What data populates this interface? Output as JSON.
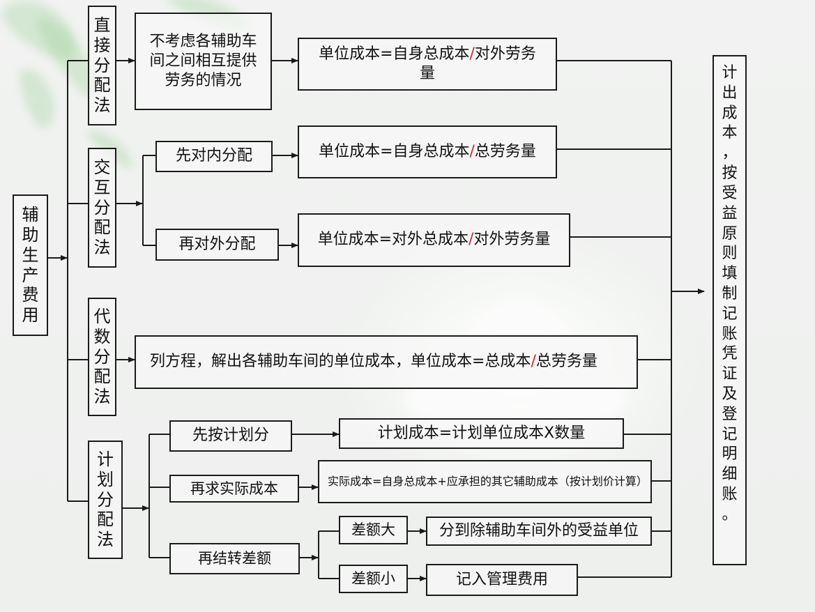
{
  "diagram": {
    "root": {
      "label": "辅助生产费用"
    },
    "methods": [
      {
        "id": "direct",
        "label": "直接分配法",
        "condition": "不考虑各辅助车间之间相互提供劳务的情况",
        "formula": {
          "left": "单位成本=自身总成本",
          "slash": "/",
          "right": "对外劳务量"
        }
      },
      {
        "id": "reciprocal",
        "label": "交互分配法",
        "steps": [
          {
            "label": "先对内分配",
            "formula": {
              "left": "单位成本=自身总成本",
              "slash": "/",
              "right": "总劳务量"
            }
          },
          {
            "label": "再对外分配",
            "formula": {
              "left": "单位成本=对外总成本",
              "slash": "/",
              "right": "对外劳务量"
            }
          }
        ]
      },
      {
        "id": "algebraic",
        "label": "代数分配法",
        "formula": {
          "left": "列方程，解出各辅助车间的单位成本，单位成本=总成本",
          "slash": "/",
          "right": "总劳务量"
        }
      },
      {
        "id": "planned",
        "label": "计划分配法",
        "steps": [
          {
            "label": "先按计划分",
            "result": "计划成本=计划单位成本X数量"
          },
          {
            "label": "再求实际成本",
            "result": "实际成本=自身总成本+应承担的其它辅助成本（按计划价计算）"
          },
          {
            "label": "再结转差额",
            "branches": [
              {
                "label": "差额大",
                "result": "分到除辅助车间外的受益单位"
              },
              {
                "label": "差额小",
                "result": "记入管理费用"
              }
            ]
          }
        ]
      }
    ],
    "outcome": {
      "chars": [
        "计",
        "出",
        "成",
        "本",
        "，",
        "按",
        "受",
        "益",
        "原",
        "则",
        "填",
        "制",
        "记",
        "账",
        "凭",
        "证",
        "及",
        "登",
        "记",
        "明",
        "细",
        "账",
        "。"
      ]
    },
    "colors": {
      "line": "#1a1a1a",
      "slash": "#c8302c",
      "background": "#eff1ef"
    }
  }
}
